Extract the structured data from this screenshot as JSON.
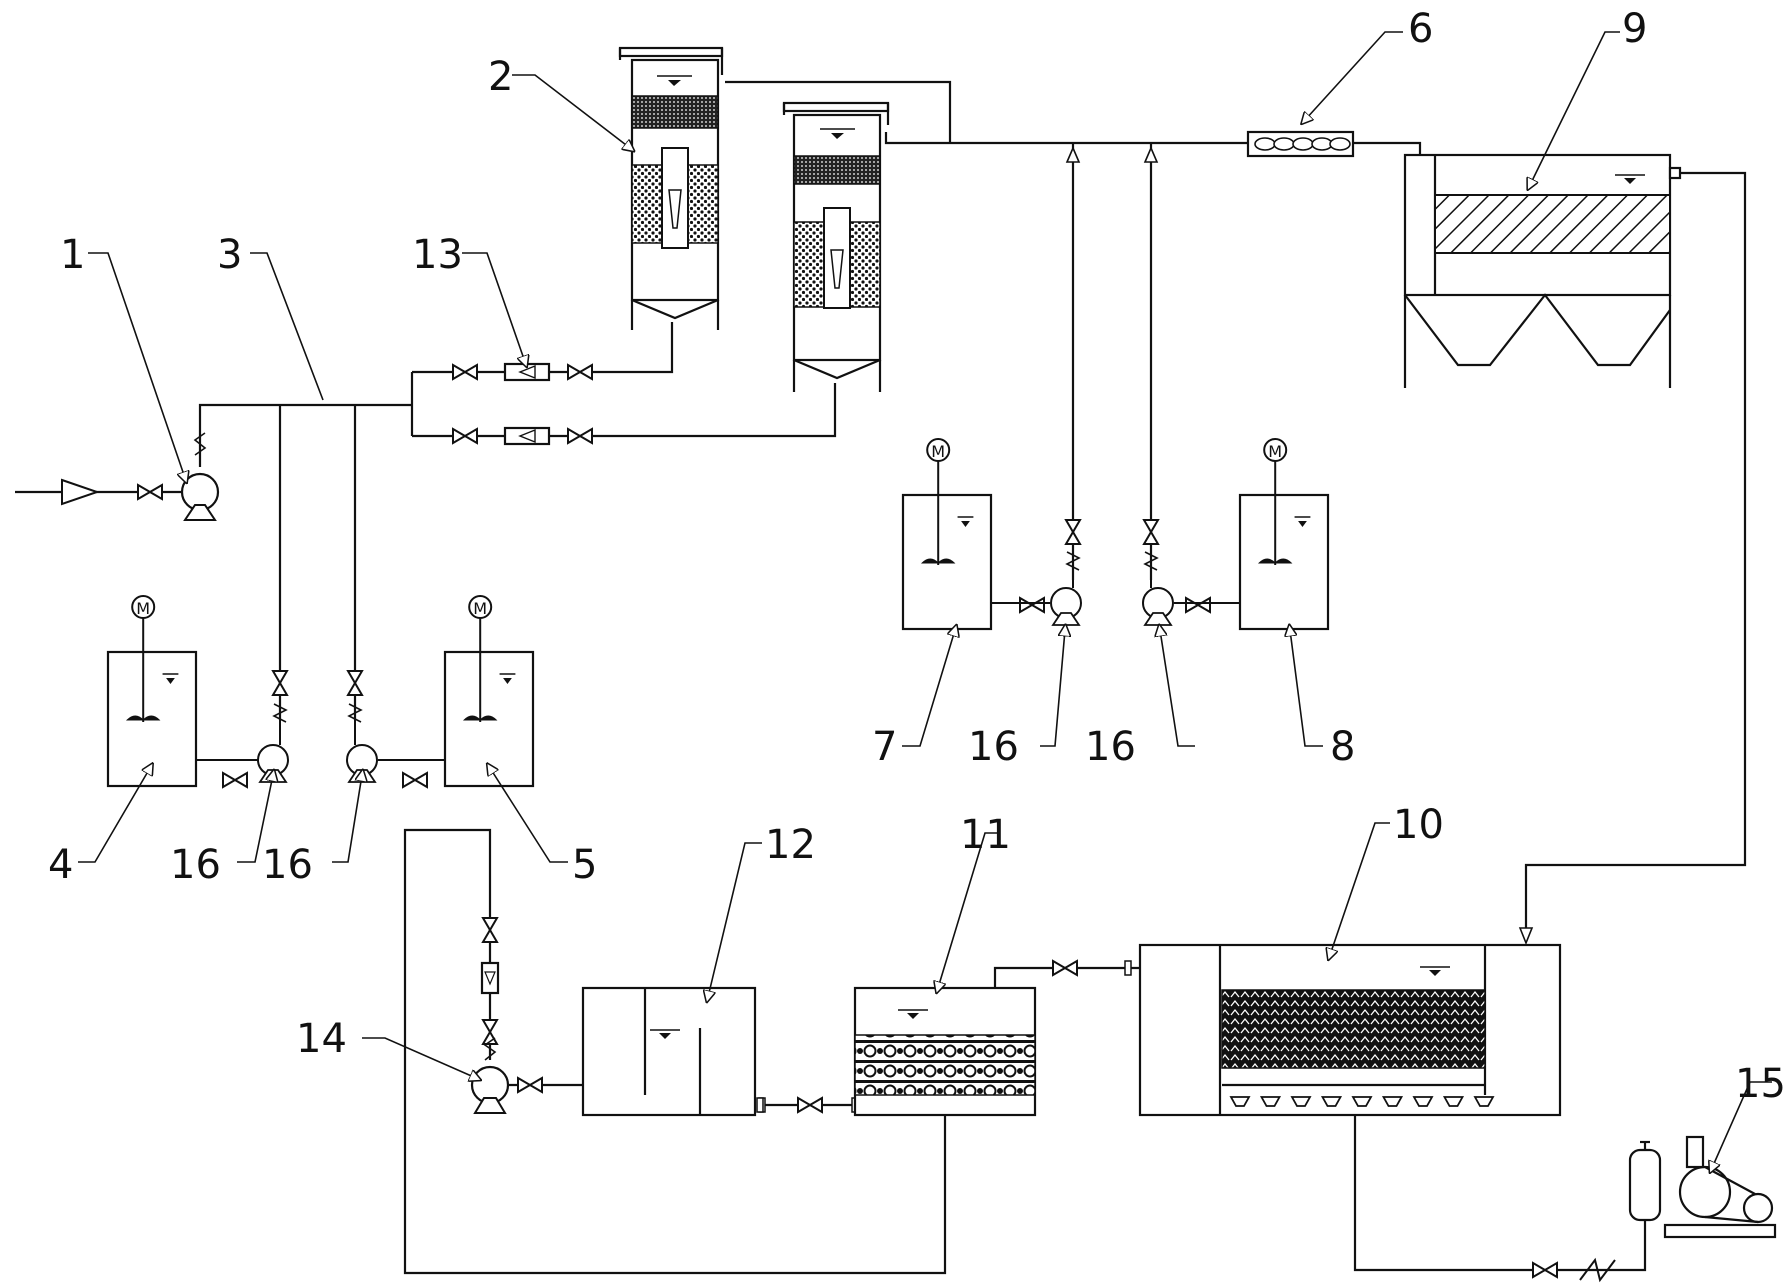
{
  "labels": {
    "n1": "1",
    "n2": "2",
    "n3": "3",
    "n4": "4",
    "n5": "5",
    "n6": "6",
    "n7": "7",
    "n8": "8",
    "n9": "9",
    "n10": "10",
    "n11": "11",
    "n12": "12",
    "n13": "13",
    "n14": "14",
    "n15": "15",
    "n16a": "16",
    "n16b": "16",
    "n16c": "16",
    "n16d": "16"
  },
  "motor_symbol": "M",
  "colors": {
    "line": "#111111",
    "background": "#ffffff"
  }
}
